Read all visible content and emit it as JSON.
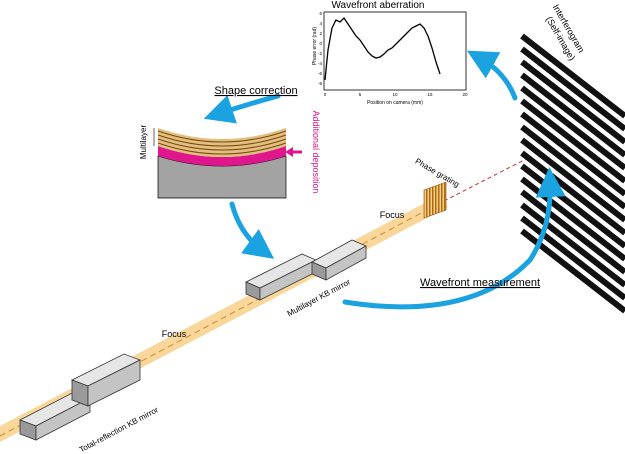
{
  "plot": {
    "title": "Wavefront aberration",
    "ylabel": "Phase error (rad)",
    "xlabel": "Position on camera (mm)",
    "x_ticks": [
      "0",
      "5",
      "10",
      "15",
      "20"
    ],
    "y_ticks": [
      "6",
      "4",
      "2",
      "0",
      "-2",
      "-4",
      "-6",
      "-8"
    ]
  },
  "labels": {
    "shape_correction": "Shape correction",
    "multilayer": "Multilayer",
    "additional_deposition": "Additional deposition",
    "interferogram_line1": "Interferogram",
    "interferogram_line2": "(Self-image)",
    "phase_grating": "Phase grating",
    "focus_upper": "Focus",
    "focus_lower": "Focus",
    "multilayer_kb": "Multilayer KB mirror",
    "total_reflection_kb": "Total-reflection KB mirror",
    "wavefront_measurement": "Wavefront measurement"
  },
  "colors": {
    "flow_arrow": "#1aa3e0",
    "beam": "#f5b041",
    "deposition": "#e0168c",
    "multilayer": "#c8964a",
    "mirror_face": "#cfcfcf",
    "interferogram": "#111111"
  }
}
